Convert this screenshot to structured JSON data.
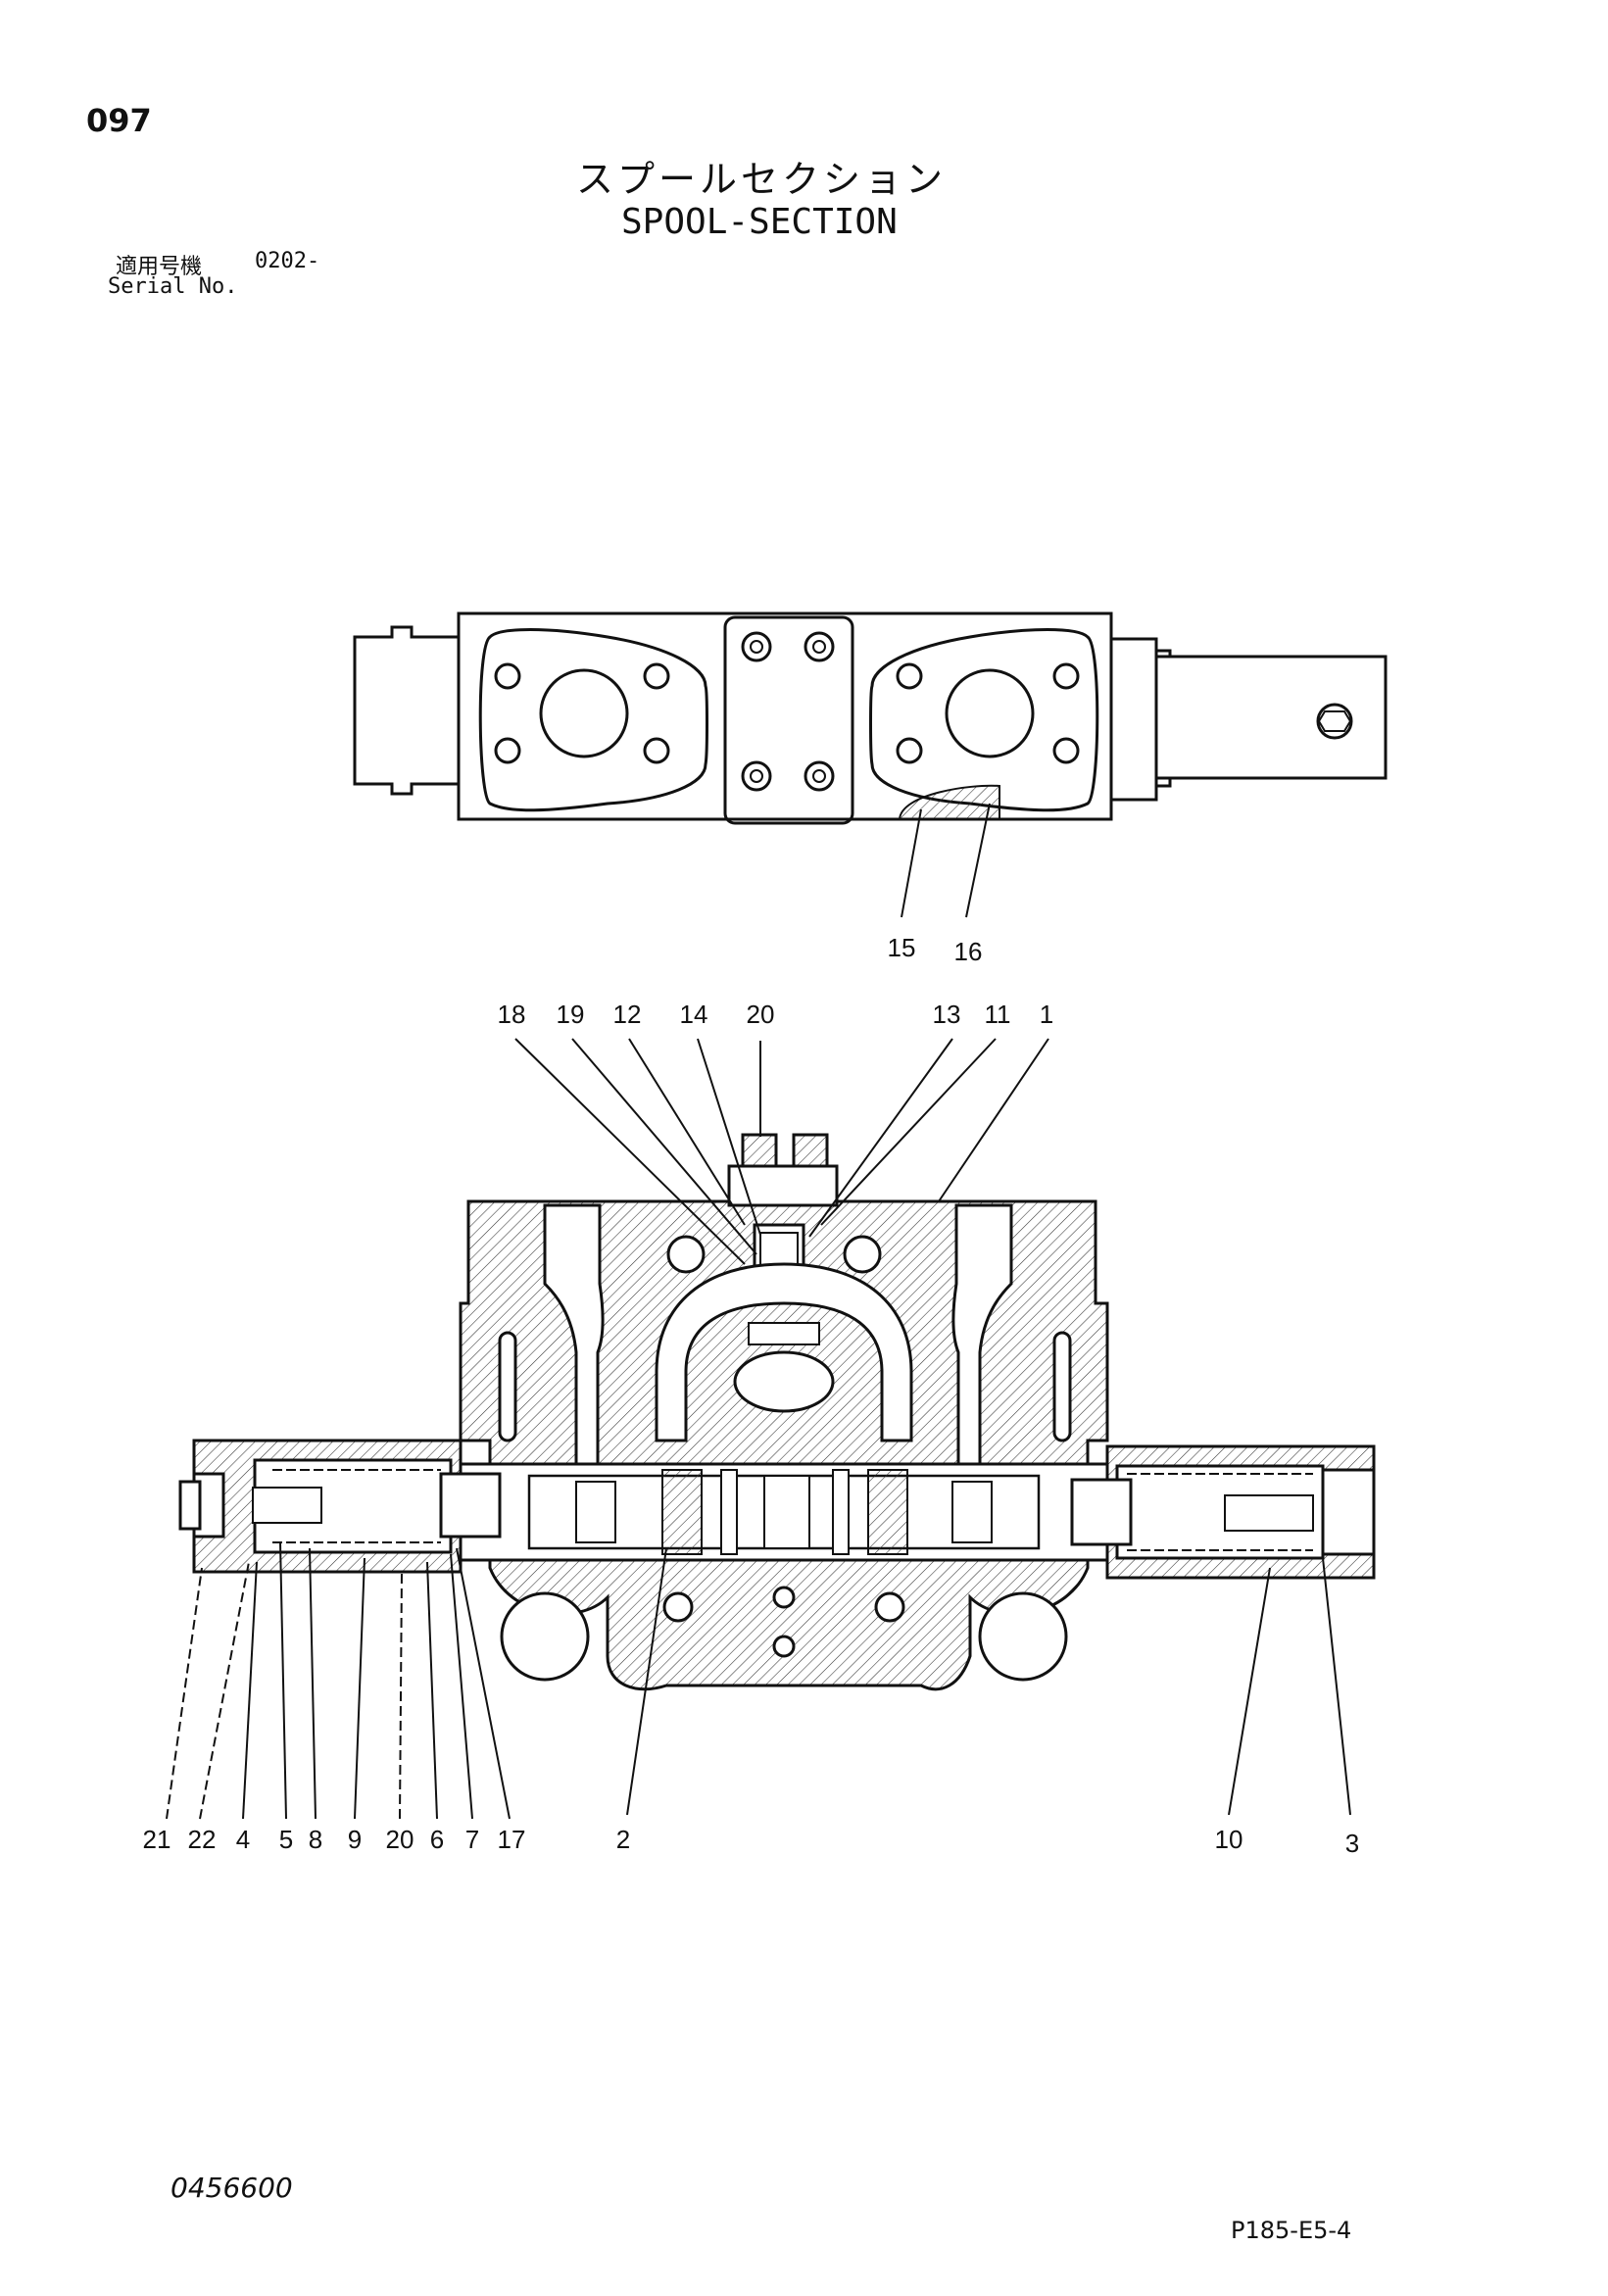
{
  "header": {
    "page_number": "097",
    "title_jp": "スプールセクション",
    "title_en": "SPOOL-SECTION",
    "serial_label_jp": "適用号機",
    "serial_from": "0202-",
    "serial_label_en": "Serial No."
  },
  "callouts": {
    "c1": "1",
    "c2": "2",
    "c3": "3",
    "c4": "4",
    "c5": "5",
    "c6": "6",
    "c7": "7",
    "c8": "8",
    "c9": "9",
    "c10": "10",
    "c11": "11",
    "c12": "12",
    "c13": "13",
    "c14": "14",
    "c15": "15",
    "c16": "16",
    "c17": "17",
    "c18": "18",
    "c19": "19",
    "c20a": "20",
    "c20b": "20",
    "c21": "21",
    "c22": "22"
  },
  "footer": {
    "doc_number": "0456600",
    "page_code": "P185-E5-4"
  }
}
